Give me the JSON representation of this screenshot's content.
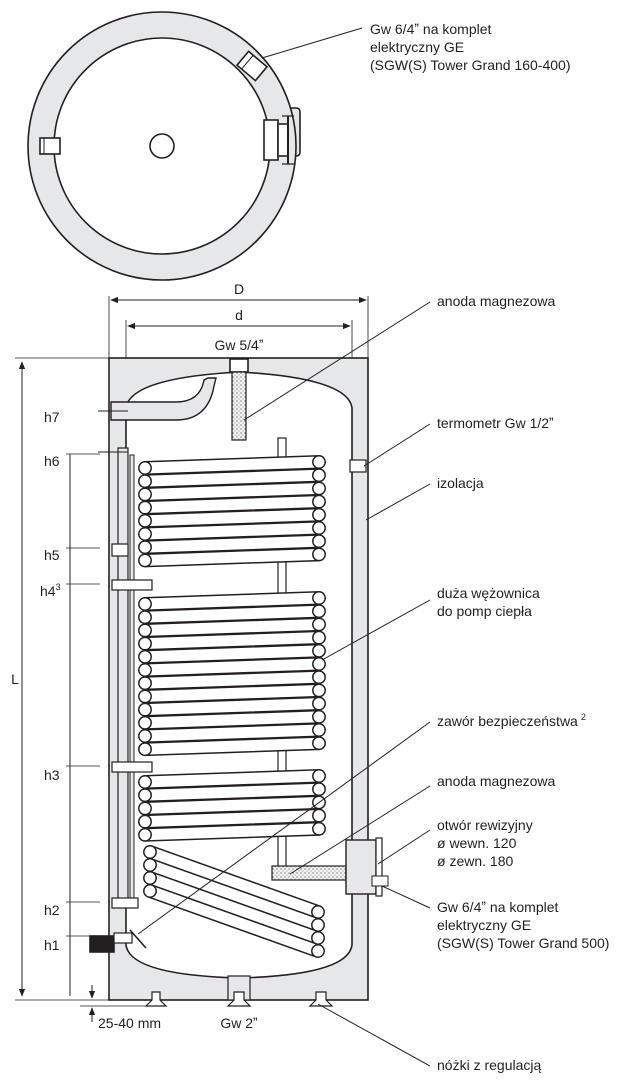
{
  "top_view": {
    "label": [
      "Gw 6/4ˮ na komplet",
      "elektryczny GE",
      "(SGW(S) Tower Grand 160-400)"
    ]
  },
  "dimensions": {
    "D": "D",
    "d": "d",
    "L": "L",
    "top_connection": "Gw 5/4ˮ",
    "bottom_connection": "Gw 2ˮ",
    "feet_range": "25-40 mm",
    "h7": "h7",
    "h6": "h6",
    "h5": "h5",
    "h4": "h4",
    "h4_sup": "3",
    "h3": "h3",
    "h2": "h2",
    "h1": "h1"
  },
  "callouts": {
    "anode_top": "anoda magnezowa",
    "thermometer": "termometr Gw 1/2ˮ",
    "insulation": "izolacja",
    "coil": [
      "duża wężownica",
      "do pomp ciepła"
    ],
    "safety_valve": "zawór bezpieczeństwa",
    "safety_valve_sup": "2",
    "anode_bottom": "anoda magnezowa",
    "inspection": [
      "otwór rewizyjny",
      "ø wewn. 120",
      "ø zewn. 180"
    ],
    "heater": [
      "Gw 6/4ˮ na komplet",
      "elektryczny GE",
      "(SGW(S) Tower Grand 500)"
    ],
    "feet": "nóżki z regulacją"
  },
  "colors": {
    "line": "#231f20",
    "insulation": "#e6e7e8",
    "white": "#ffffff",
    "anode_fill": "#f2f2f2"
  }
}
